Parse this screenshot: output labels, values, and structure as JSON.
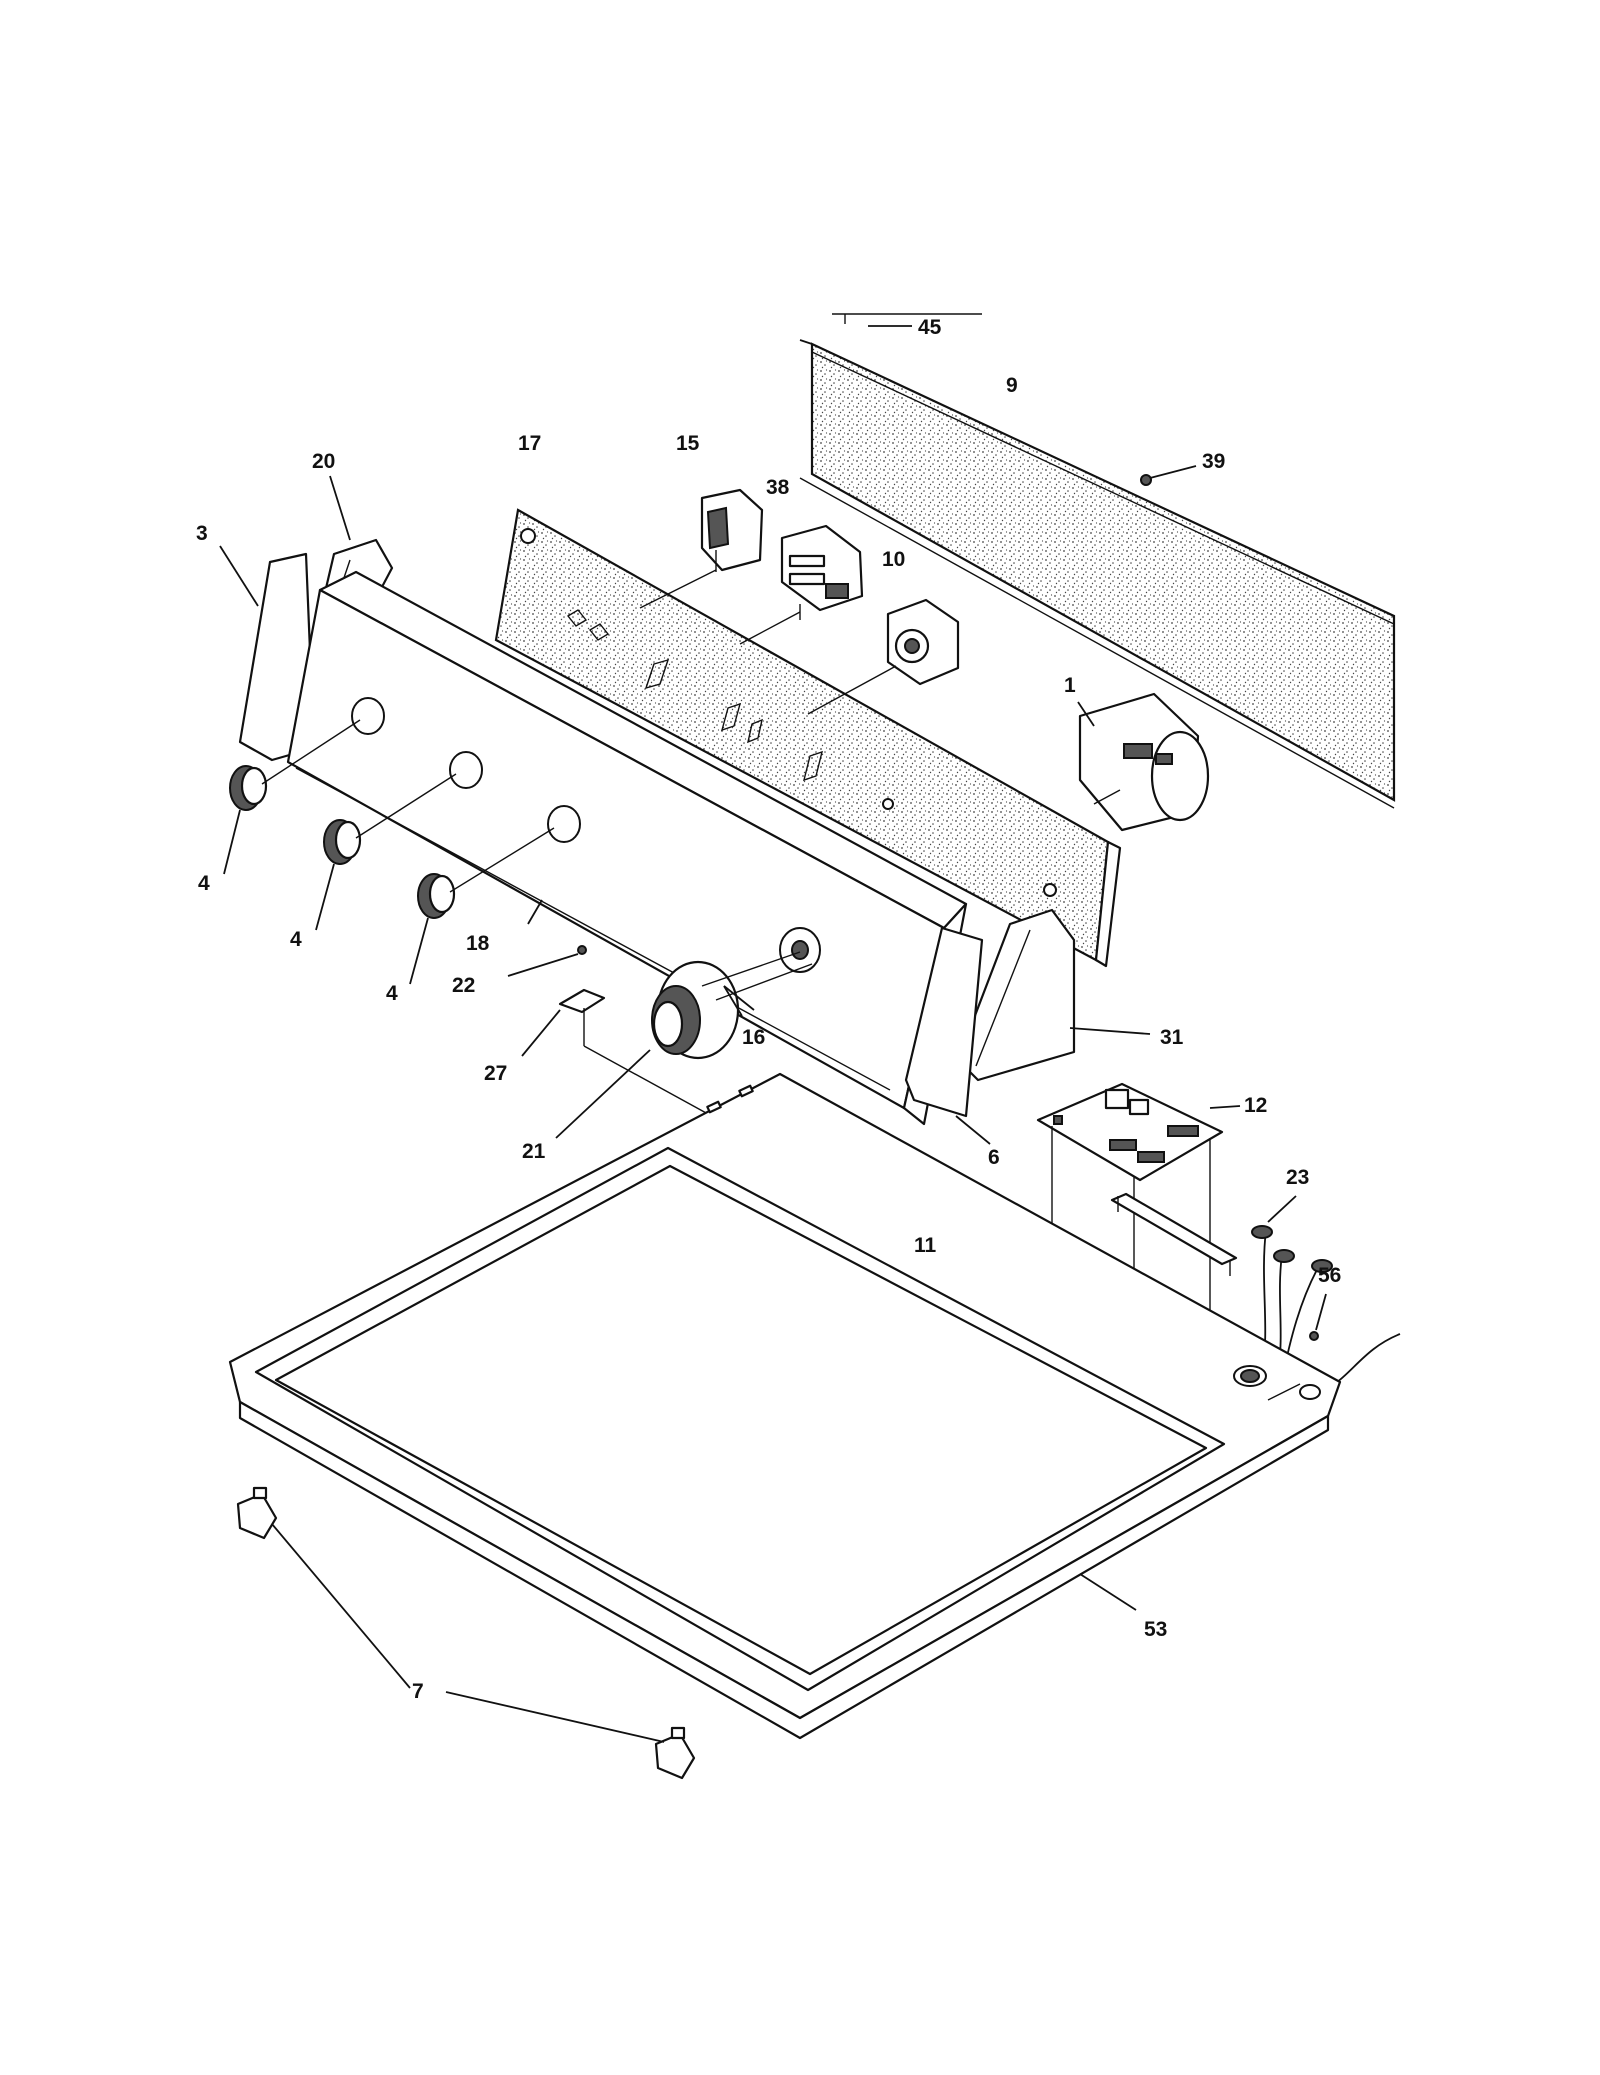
{
  "callouts": {
    "c45": "45",
    "c9": "9",
    "c39": "39",
    "c17": "17",
    "c15": "15",
    "c38": "38",
    "c20": "20",
    "c3": "3",
    "c10": "10",
    "c1": "1",
    "c4a": "4",
    "c4b": "4",
    "c4c": "4",
    "c18": "18",
    "c22": "22",
    "c27": "27",
    "c16": "16",
    "c31": "31",
    "c21": "21",
    "c12": "12",
    "c6": "6",
    "c23": "23",
    "c11": "11",
    "c56": "56",
    "c53": "53",
    "c7": "7"
  },
  "icons": {
    "knob": "control-knob-icon",
    "timer": "timer-knob-icon",
    "switch": "rotary-switch-icon",
    "board": "circuit-board-icon"
  }
}
